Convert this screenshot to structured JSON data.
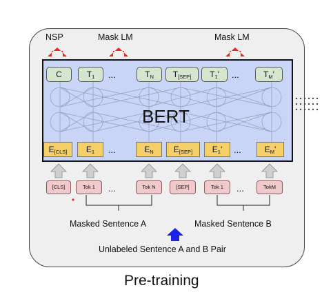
{
  "diagram": {
    "top_labels": [
      "NSP",
      "Mask LM",
      "Mask LM"
    ],
    "top_tokens": [
      {
        "main": "C",
        "sub": "",
        "prime": ""
      },
      {
        "main": "T",
        "sub": "1",
        "prime": ""
      },
      {
        "main": "T",
        "sub": "N",
        "prime": ""
      },
      {
        "main": "T",
        "sub": "[SEP]",
        "prime": ""
      },
      {
        "main": "T",
        "sub": "1",
        "prime": "'"
      },
      {
        "main": "T",
        "sub": "M",
        "prime": "'"
      }
    ],
    "center_label": "BERT",
    "embeddings": [
      {
        "main": "E",
        "sub": "[CLS]",
        "prime": ""
      },
      {
        "main": "E",
        "sub": "1",
        "prime": ""
      },
      {
        "main": "E",
        "sub": "N",
        "prime": ""
      },
      {
        "main": "E",
        "sub": "[SEP]",
        "prime": ""
      },
      {
        "main": "E",
        "sub": "1",
        "prime": "'"
      },
      {
        "main": "E",
        "sub": "M",
        "prime": "'"
      }
    ],
    "inputs": [
      "[CLS]",
      "Tok 1",
      "Tok N",
      "[SEP]",
      "Tok 1",
      "TokM"
    ],
    "ellipsis": "...",
    "sentence_a": "Masked Sentence A",
    "sentence_b": "Masked Sentence B",
    "pair_label": "Unlabeled Sentence A and B Pair",
    "caption": "Pre-training",
    "colors": {
      "output_token": "#d6e5cf",
      "embedding": "#f5cf67",
      "input_token": "#f0c9cc",
      "bert_box": "#c9d5f6",
      "output_arrow": "#e8261c",
      "input_arrow": "#1c22e6",
      "grey_arrow": "#cfcfcf"
    }
  }
}
